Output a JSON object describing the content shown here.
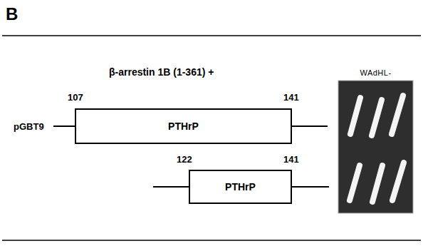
{
  "diagram": {
    "nodes": [
      {
        "text": [
          "PTHrP"
        ]
      },
      {
        "text": [
          "PTHrP"
        ]
      },
      {
        "text": [
          "WAdHL-"
        ]
      }
    ],
    "labels": [
      "B",
      "β-arrestin 1B (1-361) +",
      "107",
      "141",
      "pGBT9",
      "122",
      "141"
    ]
  }
}
